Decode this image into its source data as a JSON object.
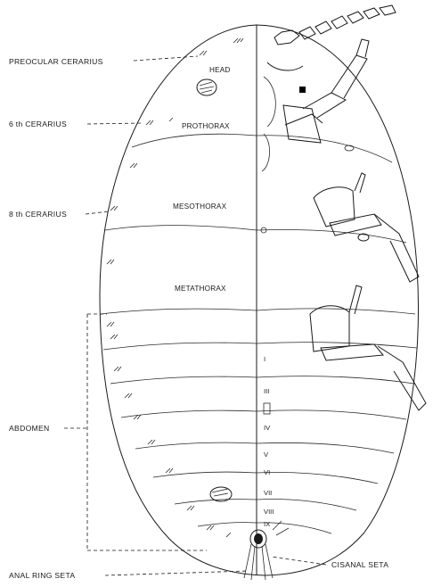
{
  "labels": {
    "preocular": "PREOCULAR CERARIUS",
    "sixth": "6 th  CERARIUS",
    "eighth": "8 th  CERARIUS",
    "abdomen": "ABDOMEN",
    "anal_ring": "ANAL RING  SETA",
    "cisanal": "CISANAL SETA"
  },
  "regions": {
    "head": "HEAD",
    "prothorax": "PROTHORAX",
    "mesothorax": "MESOTHORAX",
    "metathorax": "METATHORAX"
  },
  "segments": [
    "I",
    "III",
    "IV",
    "V",
    "VI",
    "VII",
    "VIII",
    "IX"
  ],
  "colors": {
    "ink": "#1a1a1a",
    "paper": "#ffffff"
  }
}
